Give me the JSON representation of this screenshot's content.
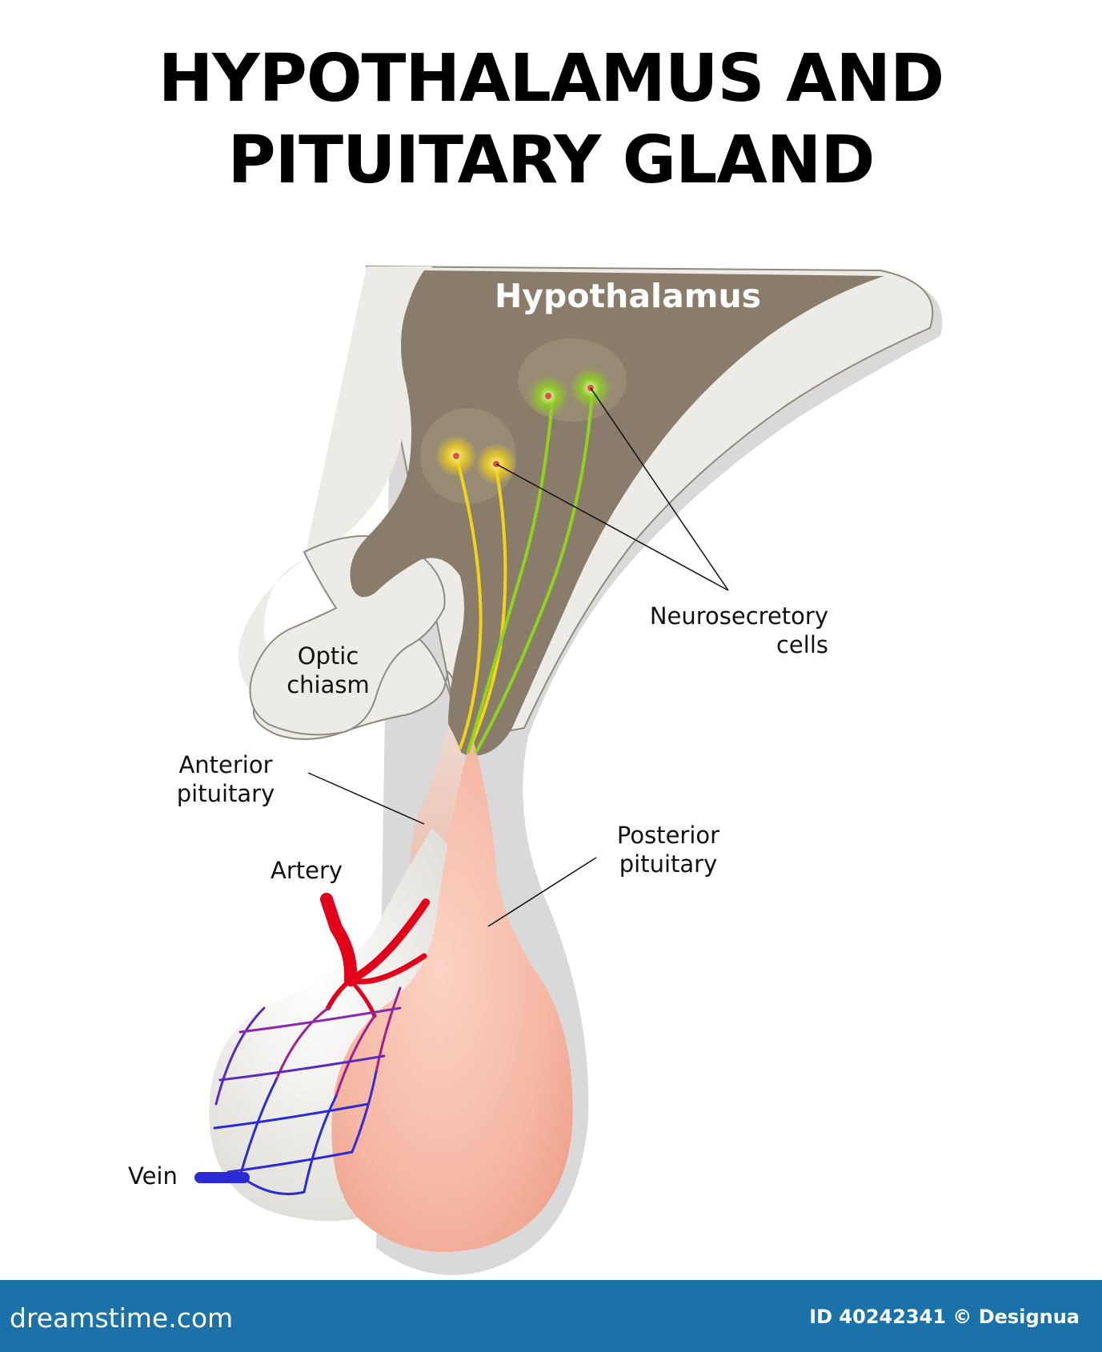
{
  "title": {
    "line1": "HYPOTHALAMUS AND",
    "line2": "PITUITARY GLAND"
  },
  "labels": {
    "hypothalamus": "Hypothalamus",
    "neurosecretory_line1": "Neurosecretory",
    "neurosecretory_line2": "cells",
    "optic_line1": "Optic",
    "optic_line2": "chiasm",
    "anterior_line1": "Anterior",
    "anterior_line2": "pituitary",
    "posterior_line1": "Posterior",
    "posterior_line2": "pituitary",
    "artery": "Artery",
    "vein": "Vein"
  },
  "footer": {
    "brand": "dreamstime.com",
    "credit": "ID 40242341 © Designua"
  },
  "colors": {
    "hypothalamus_tissue": "#8a7c6b",
    "optic_chiasm_fill": "#ecebe6",
    "posterior_pituitary": "#f7bfae",
    "anterior_pituitary": "#ecebe7",
    "artery": "#e3001b",
    "vein": "#2b2bd6",
    "neuron_yellow": "#f2d21a",
    "neuron_green": "#8ed31c",
    "footer_bar": "#1a72a8"
  }
}
